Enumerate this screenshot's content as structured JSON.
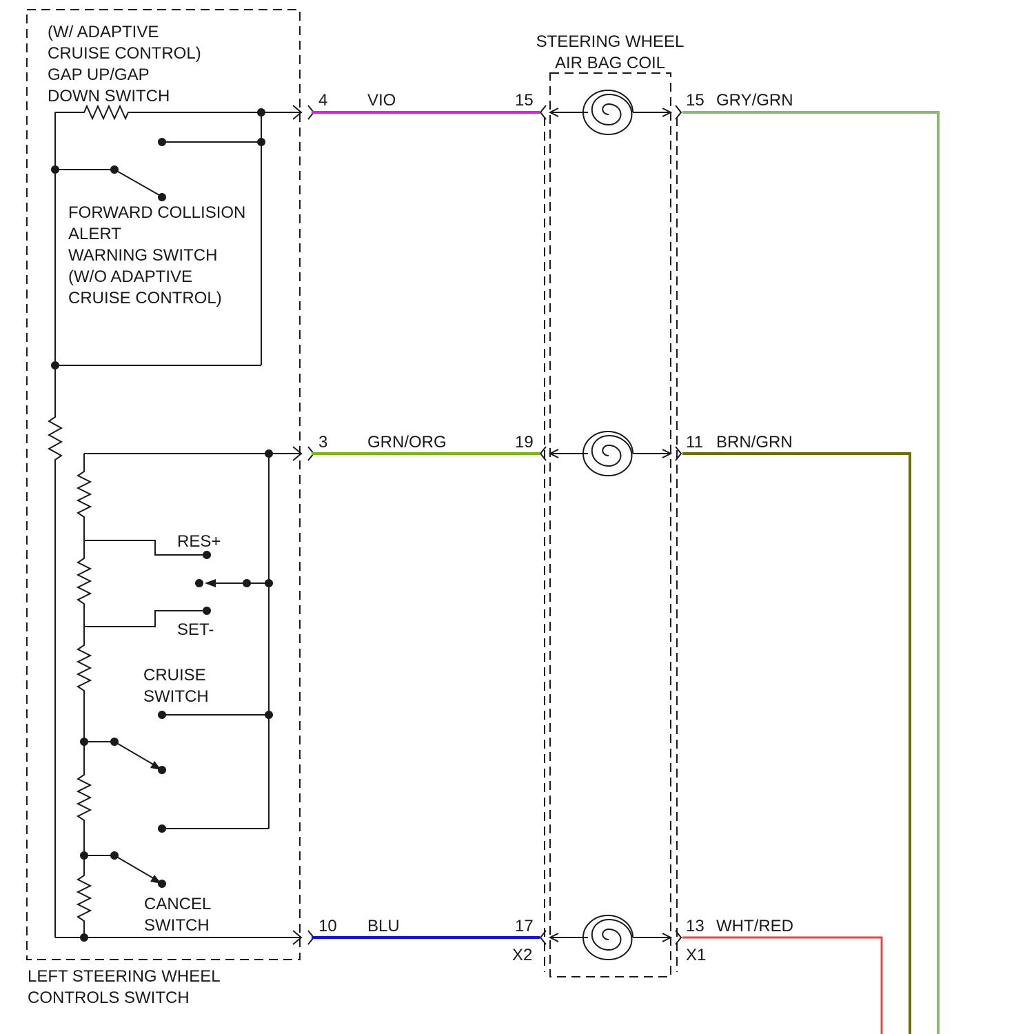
{
  "switch_module": {
    "label_lines": [
      "LEFT STEERING WHEEL",
      "CONTROLS SWITCH"
    ],
    "gap_switch_lines": [
      "(W/ ADAPTIVE",
      "CRUISE CONTROL)",
      "GAP UP/GAP",
      "DOWN SWITCH"
    ],
    "fcw_switch_lines": [
      "FORWARD COLLISION",
      "ALERT",
      "WARNING SWITCH",
      "(W/O ADAPTIVE",
      "CRUISE CONTROL)"
    ],
    "res_label": "RES+",
    "set_label": "SET-",
    "cruise_switch_lines": [
      "CRUISE",
      "SWITCH"
    ],
    "cancel_switch_lines": [
      "CANCEL",
      "SWITCH"
    ]
  },
  "coil": {
    "title_lines": [
      "STEERING WHEEL",
      "AIR BAG COIL"
    ],
    "left_connector": "X2",
    "right_connector": "X1"
  },
  "circuits": [
    {
      "left_pin": "4",
      "left_wire": "VIO",
      "left_color": "#e619e6",
      "coil_pin_in": "15",
      "coil_pin_out": "15",
      "right_wire": "GRY/GRN",
      "right_color": "#8fb873"
    },
    {
      "left_pin": "3",
      "left_wire": "GRN/ORG",
      "left_color": "#7ab51d",
      "coil_pin_in": "19",
      "coil_pin_out": "11",
      "right_wire": "BRN/GRN",
      "right_color": "#6b6e0b"
    },
    {
      "left_pin": "10",
      "left_wire": "BLU",
      "left_color": "#0f18c8",
      "coil_pin_in": "17",
      "coil_pin_out": "13",
      "right_wire": "WHT/RED",
      "right_color": "#e84545"
    }
  ]
}
